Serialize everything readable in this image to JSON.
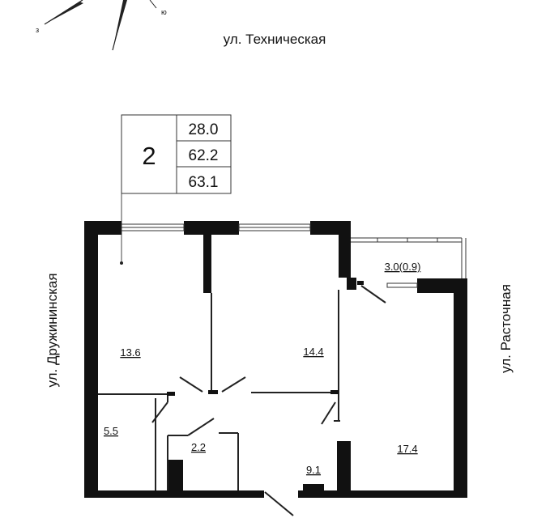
{
  "compass": {
    "labels": [
      "з",
      "ю"
    ]
  },
  "streets": {
    "top": "ул. Техническая",
    "left": "ул. Дружининская",
    "right": "ул. Расточная"
  },
  "info_box": {
    "rooms_count": "2",
    "living_area": "28.0",
    "total_area": "62.2",
    "total_with_balcony": "63.1"
  },
  "rooms": {
    "bedroom_left": "13.6",
    "bedroom_middle": "14.4",
    "balcony": "3.0(0.9)",
    "bathroom": "5.5",
    "wc": "2.2",
    "hall": "9.1",
    "kitchen": "17.4"
  },
  "colors": {
    "wall": "#111111",
    "line": "#222222",
    "background": "#ffffff"
  }
}
